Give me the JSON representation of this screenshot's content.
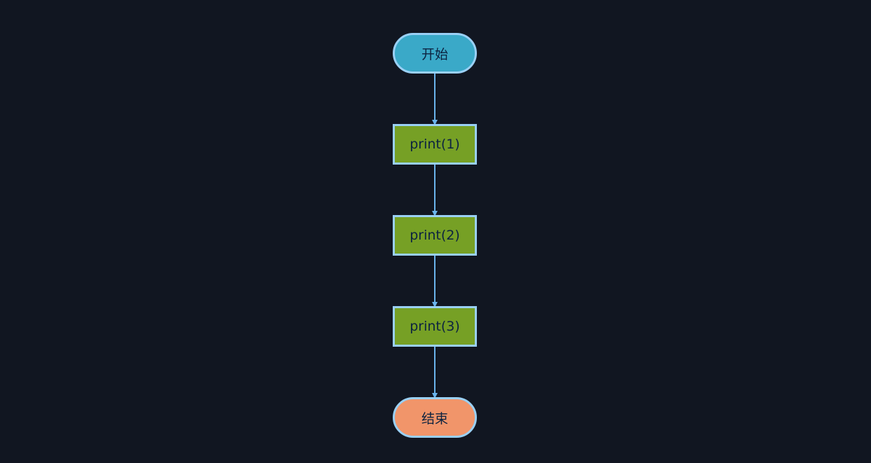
{
  "colors": {
    "background": "#111621",
    "node_border": "#9ad0f5",
    "connector": "#6ab4ec",
    "start_fill": "#3aa9c8",
    "process_fill": "#76a025",
    "end_fill": "#f1956a",
    "node_text": "#0c2340"
  },
  "flowchart": {
    "start": {
      "label": "开始"
    },
    "steps": [
      {
        "label": "print(1)"
      },
      {
        "label": "print(2)"
      },
      {
        "label": "print(3)"
      }
    ],
    "end": {
      "label": "结束"
    }
  }
}
